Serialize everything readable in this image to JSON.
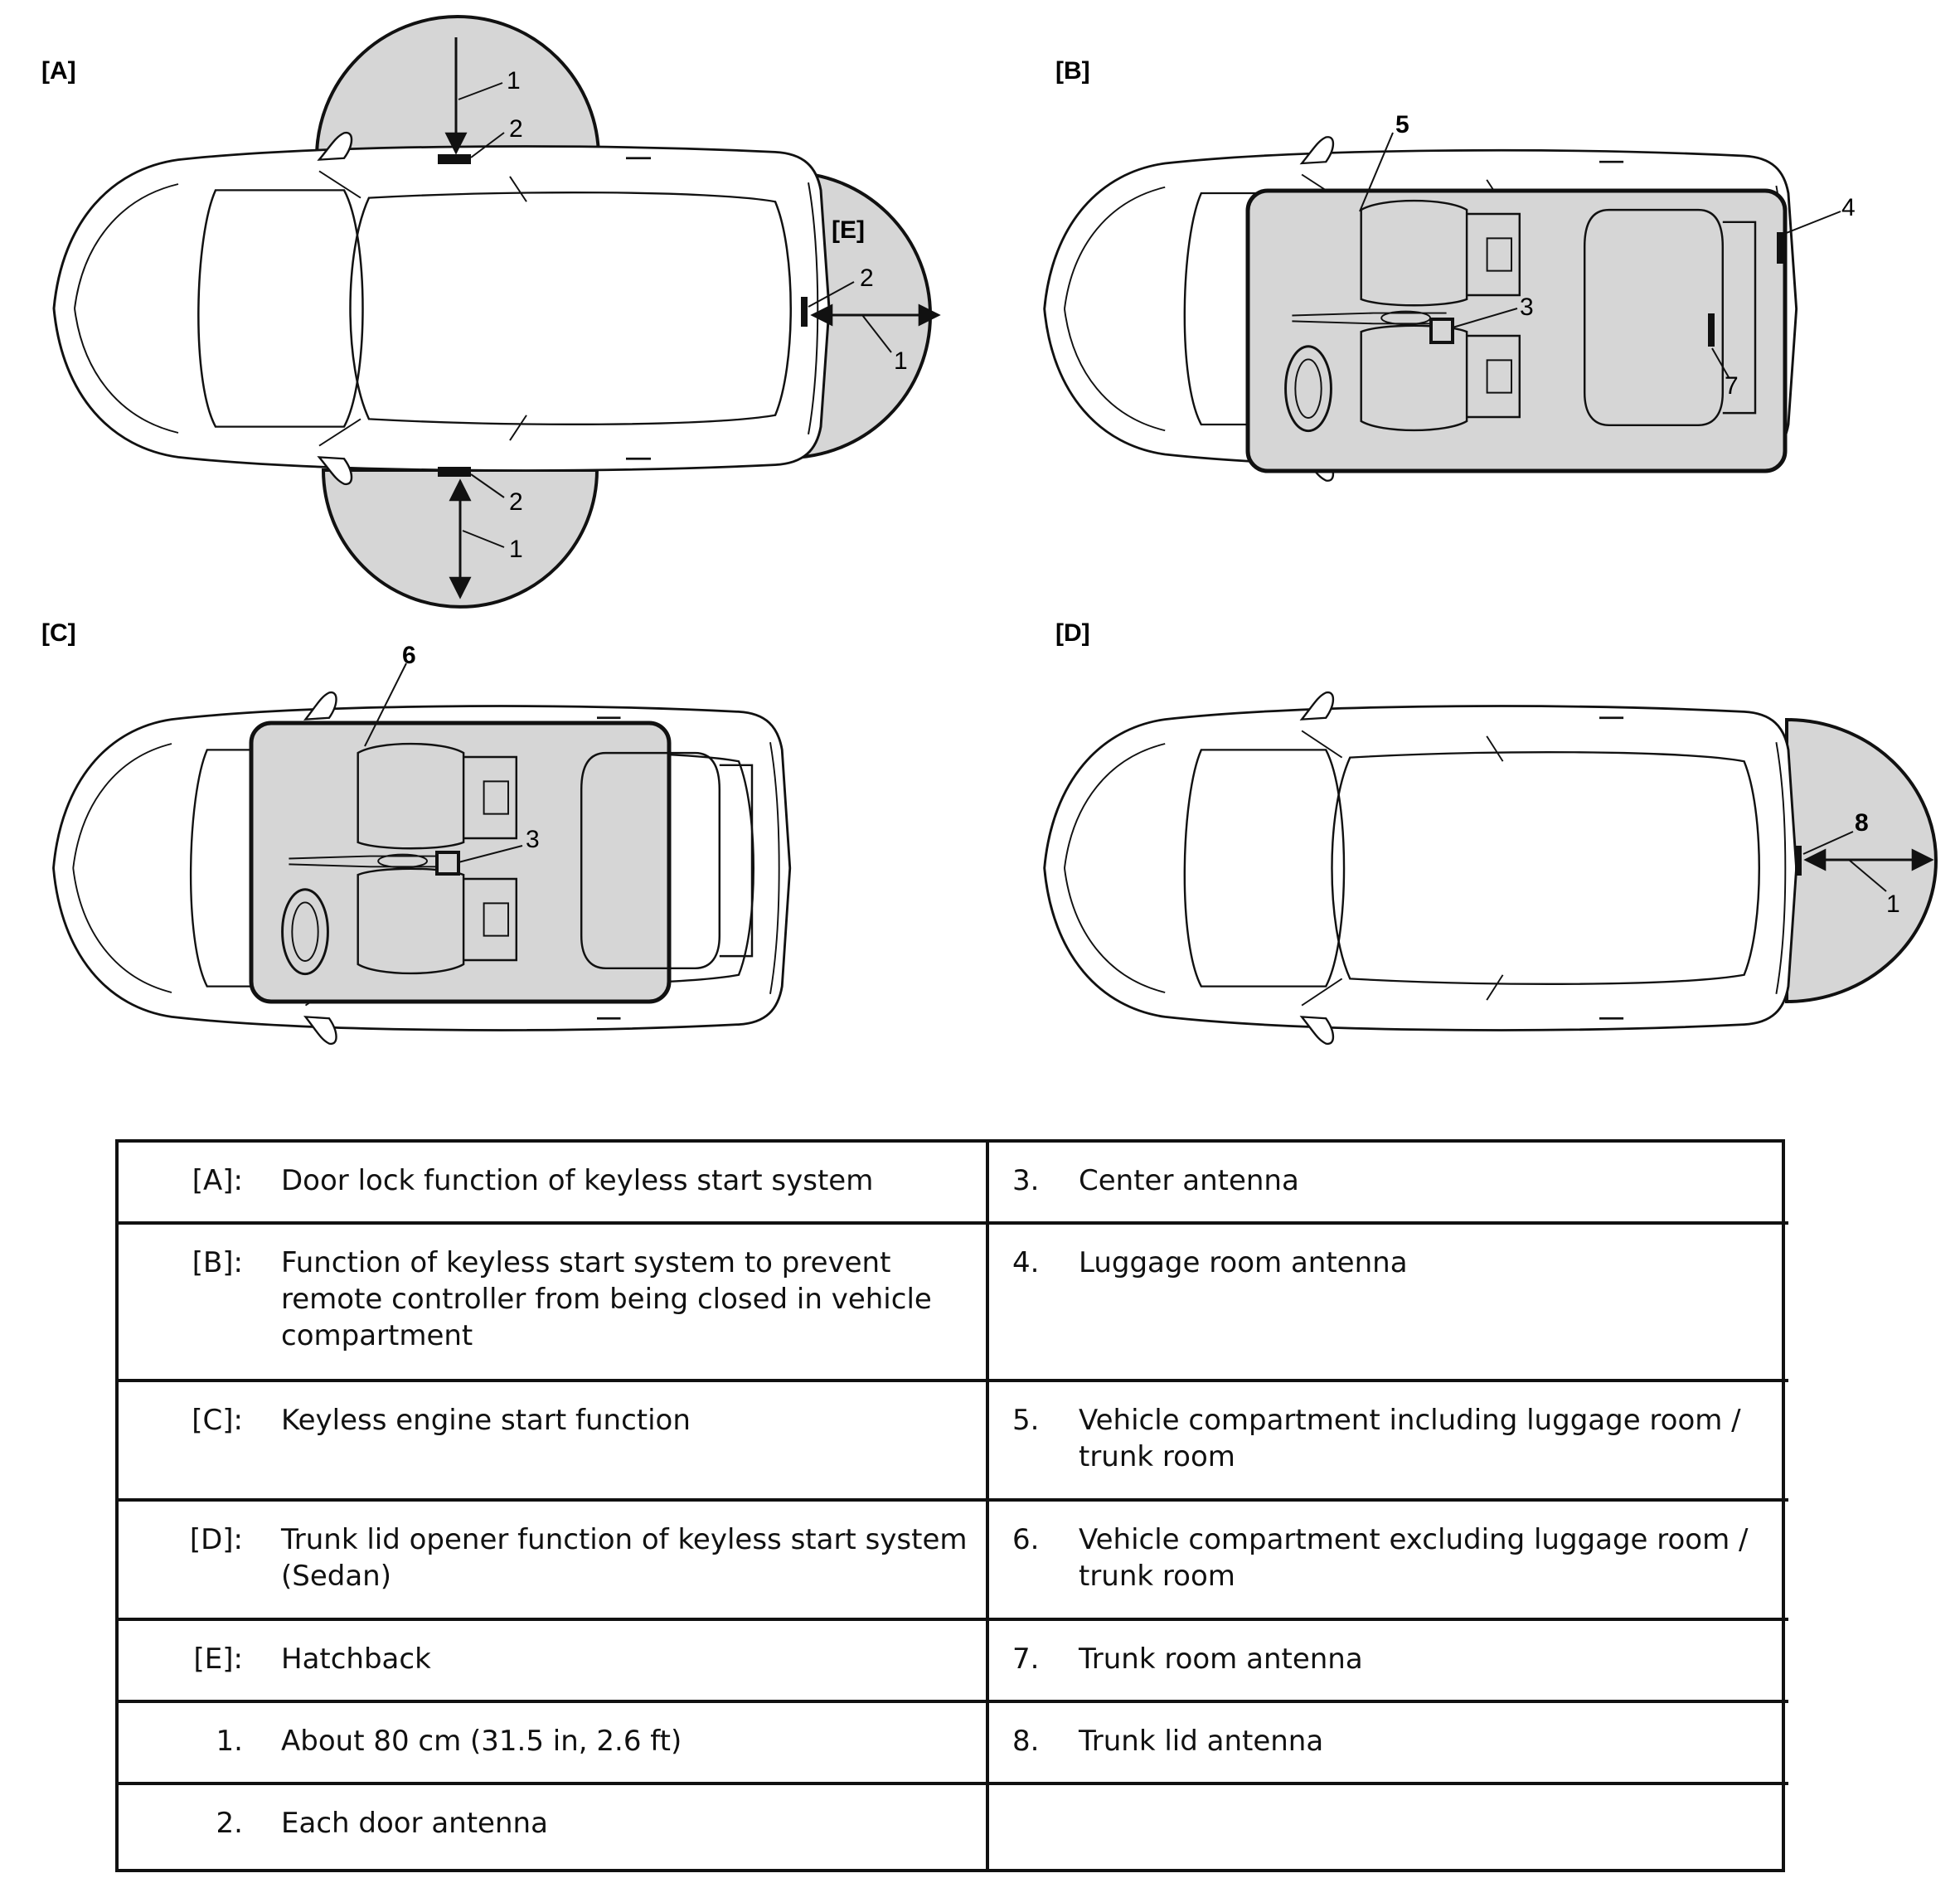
{
  "panels": [
    {
      "id": "A",
      "label": "[A]"
    },
    {
      "id": "B",
      "label": "[B]"
    },
    {
      "id": "C",
      "label": "[C]"
    },
    {
      "id": "D",
      "label": "[D]"
    }
  ],
  "callouts": {
    "E": "[E]",
    "n1": "1",
    "n2": "2",
    "n3": "3",
    "n4": "4",
    "n5": "5",
    "n6": "6",
    "n7": "7",
    "n8": "8"
  },
  "colors": {
    "zone_fill": "#d6d6d6",
    "line": "#111111",
    "body": "#ffffff"
  },
  "legend": {
    "left": [
      {
        "key": "[A]:",
        "text": "Door lock function of keyless start system"
      },
      {
        "key": "[B]:",
        "text": "Function of keyless start system to prevent remote controller from being closed in vehicle compartment"
      },
      {
        "key": "[C]:",
        "text": "Keyless engine start function"
      },
      {
        "key": "[D]:",
        "text": "Trunk lid opener function of keyless start system (Sedan)"
      },
      {
        "key": "[E]:",
        "text": "Hatchback"
      },
      {
        "key": "1.",
        "text": "About 80 cm (31.5 in, 2.6 ft)"
      },
      {
        "key": "2.",
        "text": "Each door antenna"
      }
    ],
    "right": [
      {
        "key": "3.",
        "text": "Center antenna"
      },
      {
        "key": "4.",
        "text": "Luggage room antenna"
      },
      {
        "key": "5.",
        "text": "Vehicle compartment including luggage room / trunk room"
      },
      {
        "key": "6.",
        "text": "Vehicle compartment excluding luggage room / trunk room"
      },
      {
        "key": "7.",
        "text": "Trunk room antenna"
      },
      {
        "key": "8.",
        "text": "Trunk lid antenna"
      },
      {
        "key": "",
        "text": ""
      }
    ]
  }
}
